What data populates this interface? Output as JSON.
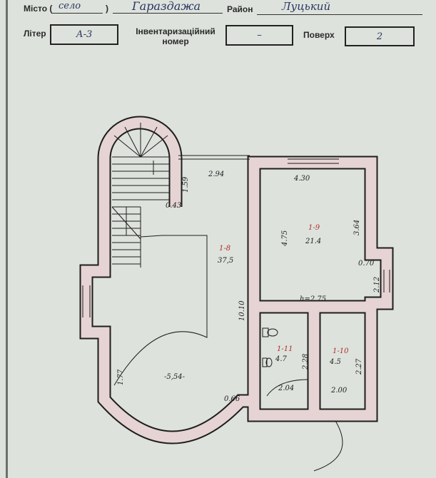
{
  "header": {
    "city_label": "Місто (",
    "city_type": "село",
    "city_close": ")",
    "city_name": "Гараздажа",
    "district_label": "Район",
    "district_value": "Луцький",
    "liter_label": "Літер",
    "liter_value": "А-3",
    "inventory_label_1": "Інвентаризаційний",
    "inventory_label_2": "номер",
    "inventory_value": "–",
    "floor_label": "Поверх",
    "floor_value": "2"
  },
  "plan": {
    "rooms": [
      {
        "id": "1-8",
        "area": "37,5"
      },
      {
        "id": "1-9",
        "area": "21.4"
      },
      {
        "id": "1-10",
        "area": "4.5"
      },
      {
        "id": "1-11",
        "area": "4.7"
      }
    ],
    "dimensions": {
      "d_294": "2.94",
      "d_159": "1.59",
      "d_043": "0.43",
      "d_430": "4.30",
      "d_364": "3.64",
      "d_475": "4.75",
      "d_070": "0.70",
      "d_212": "2.12",
      "height": "h=2.75",
      "d_1010": "10.10",
      "d_228": "2.28",
      "d_227": "2.27",
      "d_204": "2.04",
      "d_200": "2.00",
      "d_066": "0.66",
      "d_554": "-5,54-",
      "d_177": "1.77"
    },
    "colors": {
      "wall": "#e6d3d3",
      "ink": "#1e1e1e",
      "room_id": "#b03030"
    }
  }
}
